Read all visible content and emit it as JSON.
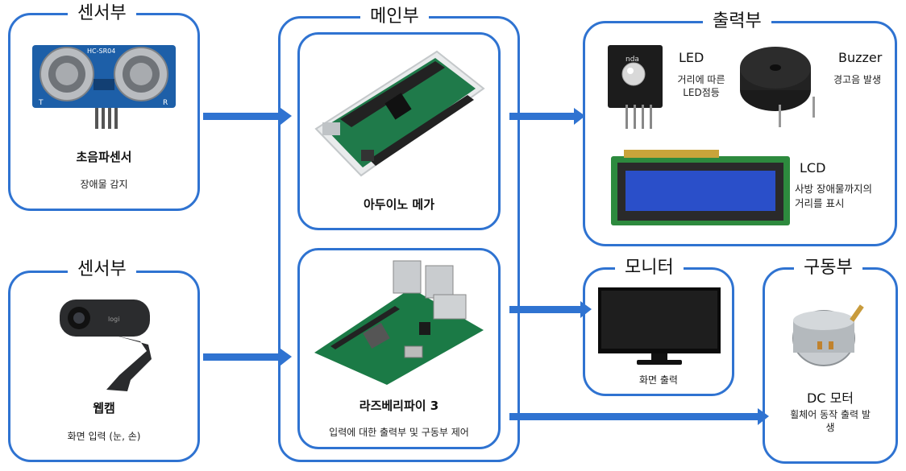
{
  "sensor1": {
    "title": "센서부",
    "name": "초음파센서",
    "desc": "장애물 감지",
    "chip_label": "HC-SR04",
    "pin_labels": [
      "T",
      "R"
    ]
  },
  "sensor2": {
    "title": "센서부",
    "name": "웹캠",
    "desc": "화면 입력 (눈, 손)",
    "logo": "logi"
  },
  "main": {
    "title": "메인부",
    "arduino": {
      "name": "아두이노 메가"
    },
    "rpi": {
      "name": "라즈베리파이 3",
      "desc": "입력에 대한 출력부 및 구동부 제어"
    }
  },
  "output": {
    "title": "출력부",
    "led": {
      "name": "LED",
      "desc_lines": [
        "거리에 따른",
        "LED점등"
      ],
      "chip_label": "nda"
    },
    "buzzer": {
      "name": "Buzzer",
      "desc": "경고음 발생"
    },
    "lcd": {
      "name": "LCD",
      "desc_lines": [
        "사방 장애물까지의",
        "거리를 표시"
      ]
    }
  },
  "monitor": {
    "title": "모니터",
    "desc": "화면 출력"
  },
  "drive": {
    "title": "구동부",
    "name": "DC 모터",
    "desc_lines": [
      "휠체어 동작 출력 발",
      "생"
    ]
  },
  "colors": {
    "border": "#2f73d1",
    "pcb_blue": "#1d5fa8",
    "pcb_green": "#1f7a4a",
    "lcd_blue": "#2a4fc9"
  }
}
